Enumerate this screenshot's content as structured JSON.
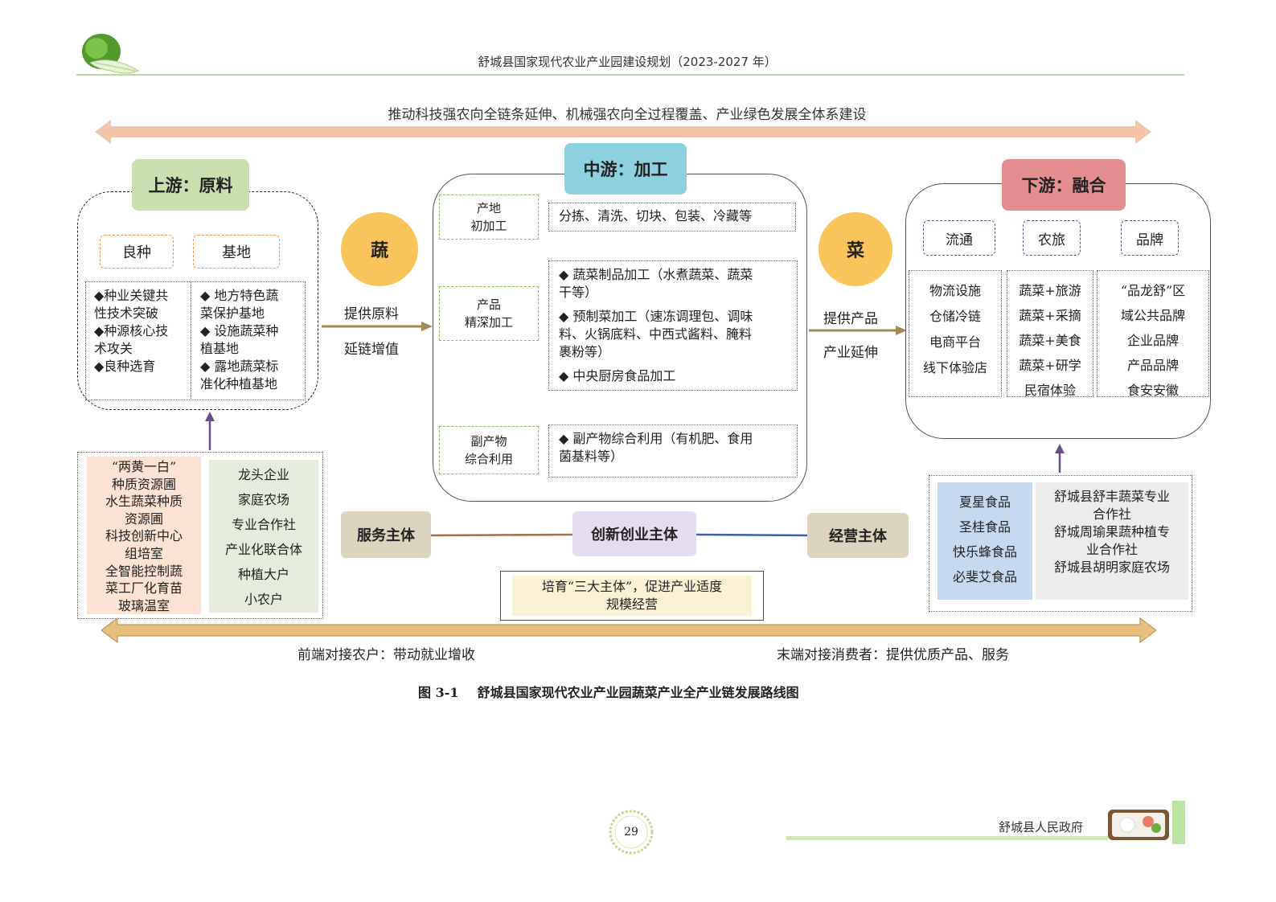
{
  "header": {
    "title": "舒城县国家现代农业产业园建设规划（2023-2027 年）"
  },
  "top_banner": "推动科技强农向全链条延伸、机械强农向全过程覆盖、产业绿色发展全体系建设",
  "upstream": {
    "title": "上游：原料",
    "tag1": "良种",
    "tag2": "基地",
    "col1": [
      "◆种业关键共",
      "性技术突破",
      "◆种源核心技",
      "术攻关",
      "◆良种选育"
    ],
    "col2": [
      "◆ 地方特色蔬",
      "菜保护基地",
      "◆ 设施蔬菜种",
      "植基地",
      "◆ 露地蔬菜标",
      "准化种植基地"
    ]
  },
  "circle_left": "蔬",
  "circle_right": "菜",
  "arrow_left": {
    "line1": "提供原料",
    "line2": "延链增值"
  },
  "arrow_right": {
    "line1": "提供产品",
    "line2": "产业延伸"
  },
  "midstream": {
    "title": "中游：加工",
    "rows": [
      {
        "label": [
          "产地",
          "初加工"
        ],
        "content": [
          "分拣、清洗、切块、包装、冷藏等"
        ]
      },
      {
        "label": [
          "产品",
          "精深加工"
        ],
        "content": [
          "◆ 蔬菜制品加工（水煮蔬菜、蔬菜",
          "干等）",
          "◆ 预制菜加工（速冻调理包、调味",
          "料、火锅底料、中西式酱料、腌料",
          "裹粉等）",
          "◆ 中央厨房食品加工"
        ]
      },
      {
        "label": [
          "副产物",
          "综合利用"
        ],
        "content": [
          "◆ 副产物综合利用（有机肥、食用",
          "菌基料等）"
        ]
      }
    ]
  },
  "downstream": {
    "title": "下游：融合",
    "tags": [
      "流通",
      "农旅",
      "品牌"
    ],
    "col1": [
      "物流设施",
      "仓储冷链",
      "电商平台",
      "线下体验店"
    ],
    "col2": [
      "蔬菜+旅游",
      "蔬菜+采摘",
      "蔬菜+美食",
      "蔬菜+研学",
      "民宿体验"
    ],
    "col3": [
      "“品龙舒”区",
      "域公共品牌",
      "企业品牌",
      "产品品牌",
      "食安安徽"
    ]
  },
  "bottom_left": {
    "col1": [
      "“两黄一白”",
      "种质资源圃",
      "水生蔬菜种质",
      "资源圃",
      "科技创新中心",
      "组培室",
      "全智能控制蔬",
      "菜工厂化育苗",
      "玻璃温室"
    ],
    "col2": [
      "龙头企业",
      "家庭农场",
      "专业合作社",
      "产业化联合体",
      "种植大户",
      "小农户"
    ]
  },
  "subjects": {
    "service": "服务主体",
    "innovation": "创新创业主体",
    "operation": "经营主体",
    "note": [
      "培育“三大主体”，促进产业适度",
      "规模经营"
    ]
  },
  "bottom_right": {
    "col1": [
      "夏星食品",
      "圣桂食品",
      "快乐蜂食品",
      "必斐艾食品"
    ],
    "col2": [
      "舒城县舒丰蔬菜专业",
      "合作社",
      "舒城周瑜果蔬种植专",
      "业合作社",
      "舒城县胡明家庭农场"
    ]
  },
  "bottom_banner": {
    "left": "前端对接农户：带动就业增收",
    "right": "末端对接消费者：提供优质产品、服务"
  },
  "caption": {
    "label": "图 3-1",
    "text": "舒城县国家现代农业产业园蔬菜产业全产业链发展路线图"
  },
  "footer": {
    "page": "29",
    "org": "舒城县人民政府"
  },
  "colors": {
    "upstream_green": "#c9dfb0",
    "midstream_blue": "#8dd0df",
    "downstream_red": "#e48e90",
    "circle_orange": "#f9c55a",
    "arrow_salmon": "#f3c4a8",
    "arrow_brown": "#e6c07c",
    "subject_beige": "#dcd4bd",
    "subject_lilac": "#e5dcef",
    "header_line": "#b9dc9c"
  }
}
